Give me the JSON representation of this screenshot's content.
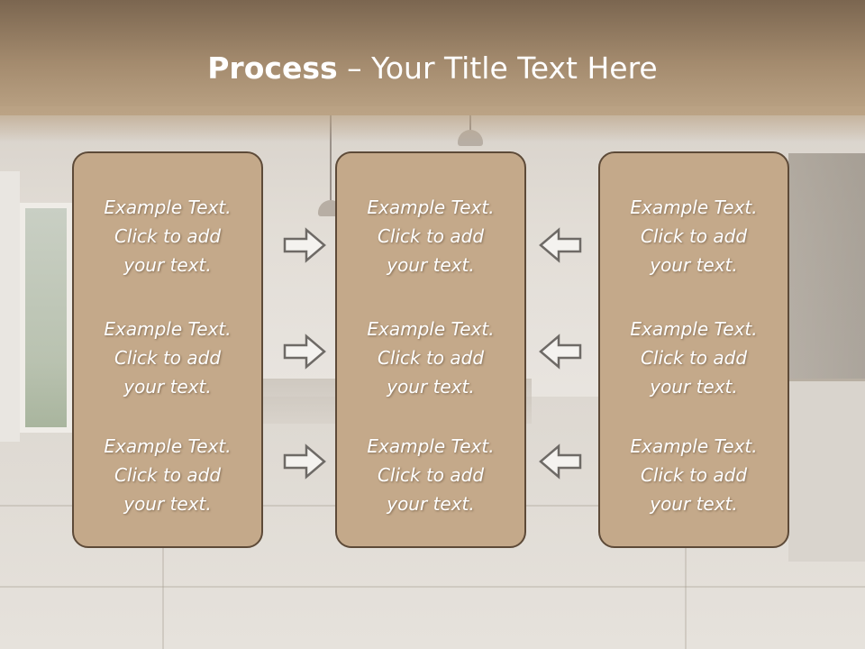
{
  "slide": {
    "title_bold": "Process",
    "title_rest": " – Your Title Text Here"
  },
  "colors": {
    "header": "#a48b6e",
    "box_fill": "#c4a98a",
    "box_border": "#5d4a38",
    "text": "#ffffff"
  },
  "columns": [
    {
      "items": [
        [
          "Example Text.",
          "Click  to add",
          "your text."
        ],
        [
          "Example Text.",
          "Click  to add",
          "your text."
        ],
        [
          "Example Text.",
          "Click  to add",
          "your text."
        ]
      ]
    },
    {
      "items": [
        [
          "Example Text.",
          "Click  to add",
          "your text."
        ],
        [
          "Example Text.",
          "Click  to add",
          "your text."
        ],
        [
          "Example Text.",
          "Click  to add",
          "your text."
        ]
      ]
    },
    {
      "items": [
        [
          "Example Text.",
          "Click  to add",
          "your text."
        ],
        [
          "Example Text.",
          "Click  to add",
          "your text."
        ],
        [
          "Example Text.",
          "Click  to add",
          "your text."
        ]
      ]
    }
  ],
  "arrows": {
    "left_group": "right-arrow-icon",
    "right_group": "left-arrow-icon"
  }
}
